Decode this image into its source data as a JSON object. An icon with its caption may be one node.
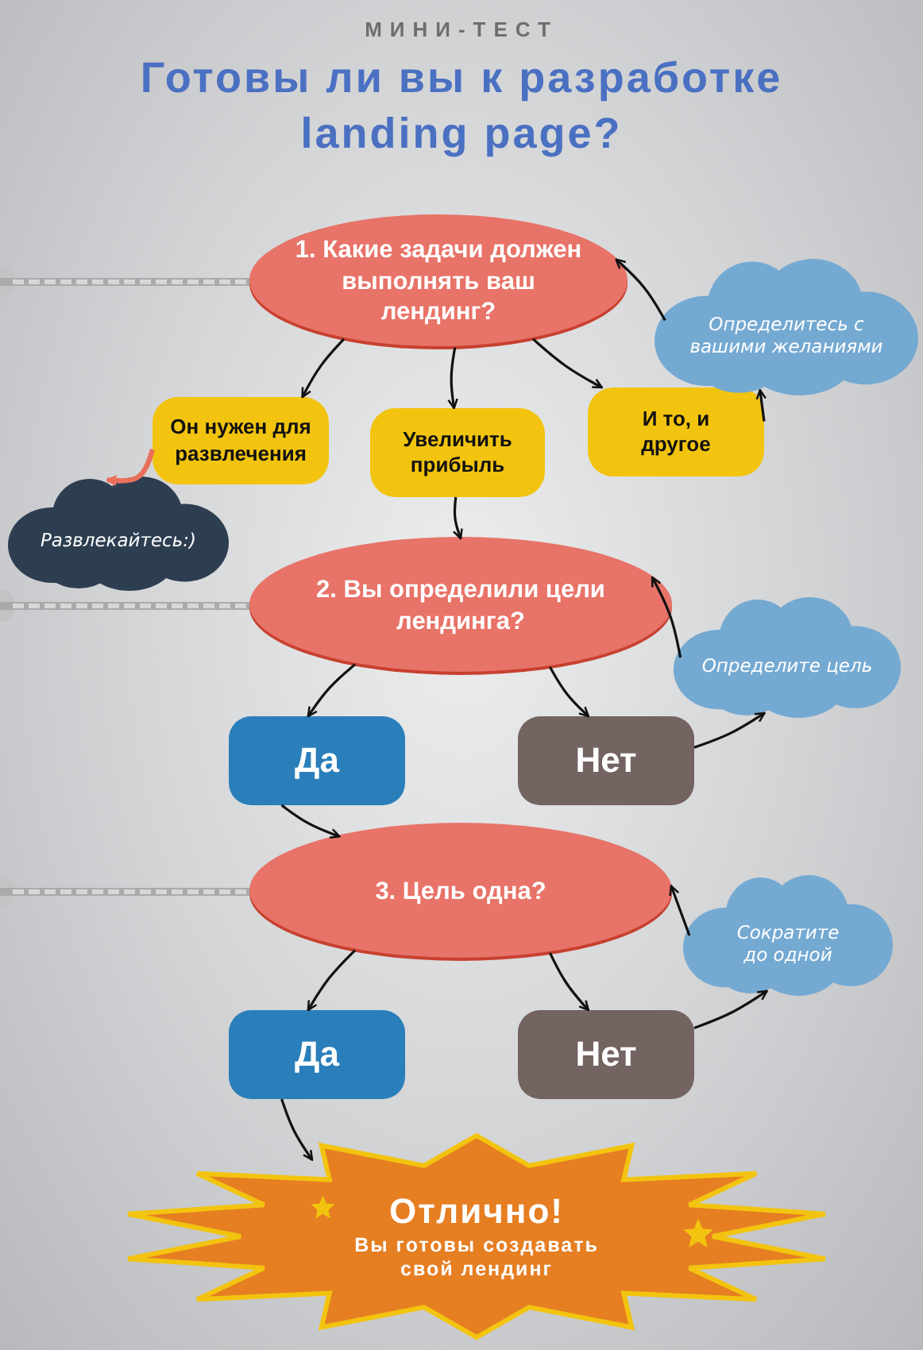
{
  "diagram": {
    "title": "Готовы ли вы к разработке landing page?",
    "nodes": [
      {
        "text": [
          "1. Какие задачи должен выполнять ваш лендинг?"
        ]
      },
      {
        "text": [
          "Он нужен для развлечения"
        ]
      },
      {
        "text": [
          "Увеличить прибыль"
        ]
      },
      {
        "text": [
          "И то, и другое"
        ]
      },
      {
        "text": [
          "Развлекайтесь:)"
        ]
      },
      {
        "text": [
          "Определитесь с вашими желаниями"
        ]
      },
      {
        "text": [
          "2. Вы определили цели лендинга?"
        ]
      },
      {
        "text": [
          "Да"
        ]
      },
      {
        "text": [
          "Нет"
        ]
      },
      {
        "text": [
          "Определите цель"
        ]
      },
      {
        "text": [
          "3. Цель одна?"
        ]
      },
      {
        "text": [
          "Да"
        ]
      },
      {
        "text": [
          "Нет"
        ]
      },
      {
        "text": [
          "Сократите до одной"
        ]
      },
      {
        "text": [
          "Отлично!",
          "Вы готовы создавать свой лендинг"
        ]
      }
    ],
    "edges": [
      {
        "from": 0,
        "to": 1,
        "arrow": "to"
      },
      {
        "from": 0,
        "to": 2,
        "arrow": "to"
      },
      {
        "from": 0,
        "to": 3,
        "arrow": "to"
      },
      {
        "from": 1,
        "to": 4,
        "arrow": "to",
        "style": "thick",
        "color": "#ea6f5a"
      },
      {
        "from": 3,
        "to": 5,
        "arrow": "to"
      },
      {
        "from": 5,
        "to": 0,
        "arrow": "to"
      },
      {
        "from": 2,
        "to": 6,
        "arrow": "to"
      },
      {
        "from": 6,
        "to": 7,
        "arrow": "to"
      },
      {
        "from": 6,
        "to": 8,
        "arrow": "to"
      },
      {
        "from": 8,
        "to": 9,
        "arrow": "to"
      },
      {
        "from": 9,
        "to": 6,
        "arrow": "to"
      },
      {
        "from": 7,
        "to": 10,
        "arrow": "to"
      },
      {
        "from": 10,
        "to": 11,
        "arrow": "to"
      },
      {
        "from": 10,
        "to": 12,
        "arrow": "to"
      },
      {
        "from": 12,
        "to": 13,
        "arrow": "to"
      },
      {
        "from": 13,
        "to": 10,
        "arrow": "to"
      },
      {
        "from": 11,
        "to": 14,
        "arrow": "to"
      }
    ],
    "labels": [
      "МИНИ-ТЕСТ"
    ]
  }
}
